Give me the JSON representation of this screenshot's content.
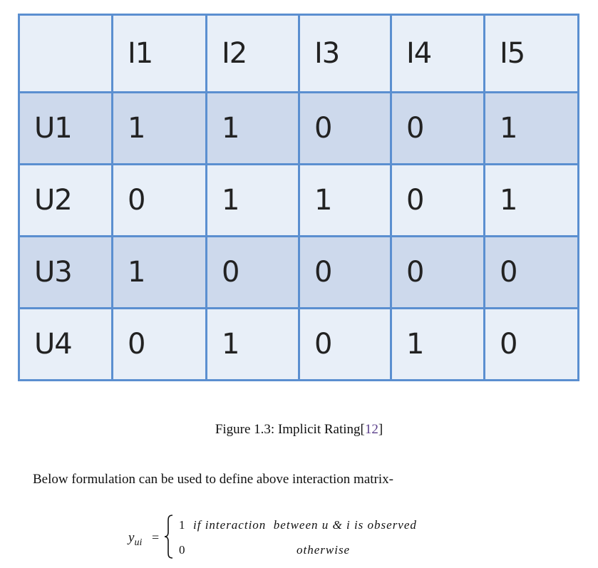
{
  "matrix": {
    "header": [
      "",
      "I1",
      "I2",
      "I3",
      "I4",
      "I5"
    ],
    "rows": [
      {
        "user": "U1",
        "values": [
          "1",
          "1",
          "0",
          "0",
          "1"
        ]
      },
      {
        "user": "U2",
        "values": [
          "0",
          "1",
          "1",
          "0",
          "1"
        ]
      },
      {
        "user": "U3",
        "values": [
          "1",
          "0",
          "0",
          "0",
          "0"
        ]
      },
      {
        "user": "U4",
        "values": [
          "0",
          "1",
          "0",
          "1",
          "0"
        ]
      }
    ]
  },
  "caption": {
    "text": "Figure 1.3: Implicit Rating[",
    "ref": "12",
    "close": "]"
  },
  "paragraph": "Below formulation can be used to define above interaction matrix-",
  "formula": {
    "lhs_var": "y",
    "lhs_sub": "ui",
    "equals": "=",
    "case1_value": "1",
    "case1_condition": "if interaction  between u & i is observed",
    "case2_value": "0",
    "case2_condition": "otherwise"
  },
  "colors": {
    "border": "#5b8fd0",
    "row_dark": "#cdd9ec",
    "row_light": "#e8eff8",
    "reference_link": "#5a3e8a"
  }
}
